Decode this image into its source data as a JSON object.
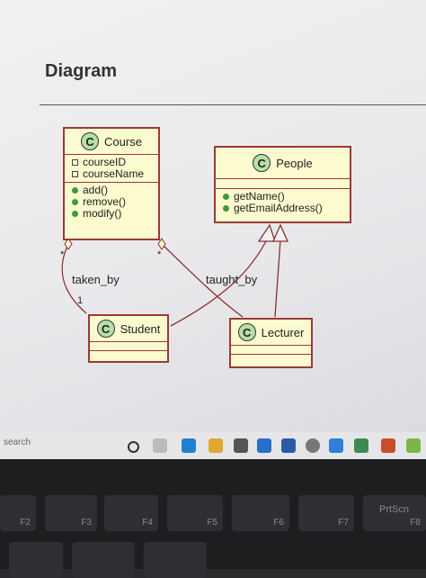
{
  "page": {
    "title": "Diagram"
  },
  "classes": {
    "course": {
      "badge": "C",
      "name": "Course",
      "attributes": [
        "courseID",
        "courseName"
      ],
      "methods": [
        "add()",
        "remove()",
        "modify()"
      ]
    },
    "people": {
      "badge": "C",
      "name": "People",
      "attributes": [],
      "methods": [
        "getName()",
        "getEmailAddress()"
      ]
    },
    "student": {
      "badge": "C",
      "name": "Student"
    },
    "lecturer": {
      "badge": "C",
      "name": "Lecturer"
    }
  },
  "edges": {
    "taken_by": {
      "label": "taken_by",
      "mult_course": "*",
      "mult_student": "1"
    },
    "taught_by": {
      "label": "taught_by",
      "mult_course": "*"
    }
  },
  "taskbar": {
    "search_placeholder": "search"
  },
  "keyboard": {
    "prtscn": "PrtScn",
    "f2": "F2",
    "f3": "F3",
    "f4": "F4",
    "f5": "F5",
    "f6": "F6",
    "f7": "F7",
    "f8": "F8"
  }
}
